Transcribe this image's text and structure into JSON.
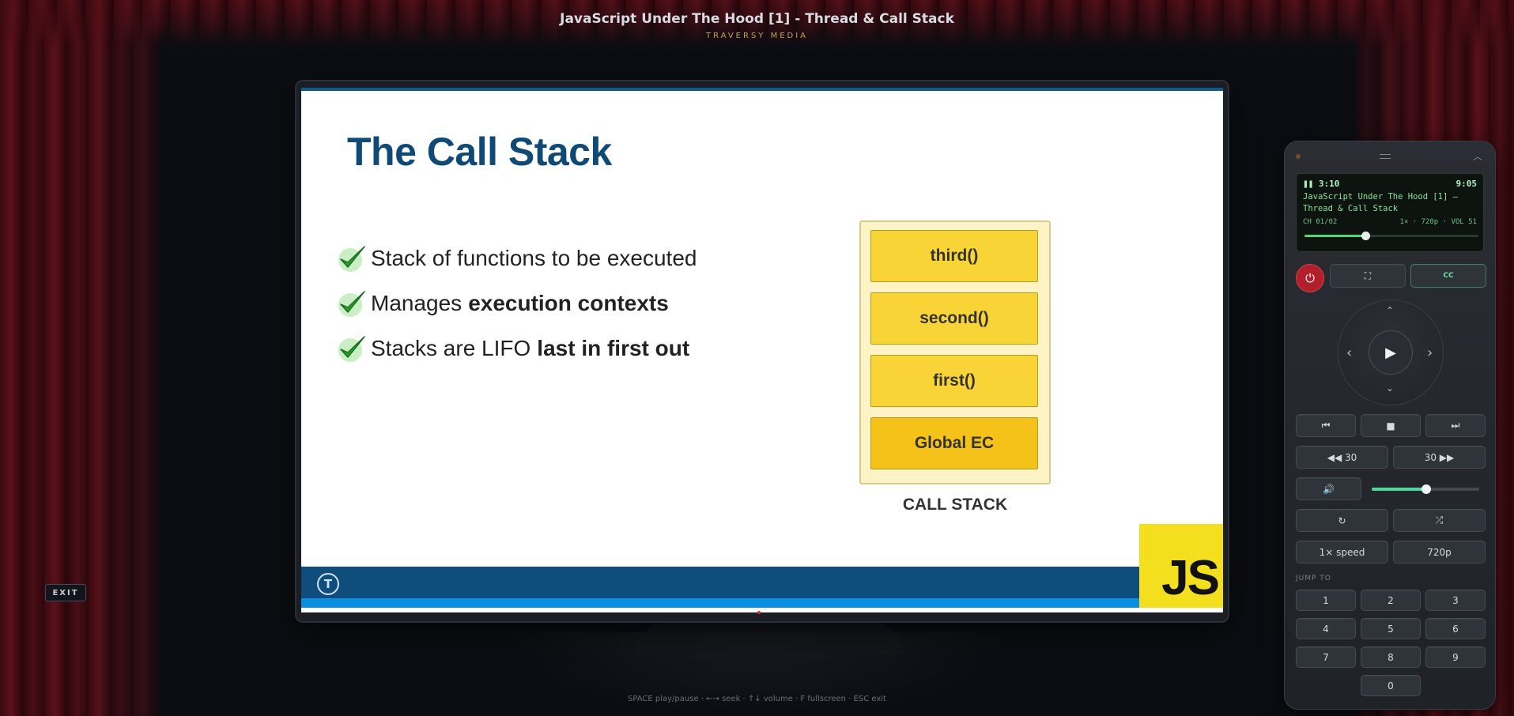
{
  "header": {
    "title": "JavaScript Under The Hood [1] - Thread & Call Stack",
    "subtitle": "TRAVERSY MEDIA"
  },
  "slide": {
    "title": "The Call Stack",
    "bullets": [
      {
        "text": "Stack of functions to be executed",
        "bold": ""
      },
      {
        "text": "Manages",
        "bold": "execution contexts"
      },
      {
        "text": "Stacks are LIFO",
        "bold": "last in first out"
      }
    ],
    "stack_frames": [
      "third()",
      "second()",
      "first()",
      "Global EC"
    ],
    "stack_label": "CALL STACK",
    "badge": "JS",
    "footer_logo": "T"
  },
  "exit_label": "EXIT",
  "hint": "SPACE play/pause · ←→ seek · ↑↓ volume · F fullscreen · ESC exit",
  "remote": {
    "lcd": {
      "elapsed": "3:10",
      "duration": "9:05",
      "title": "JavaScript Under The Hood [1] — Thread & Call Stack",
      "chapter": "CH 01/02",
      "status": "1× · 720p · VOL 51",
      "progress_fraction": 0.349
    },
    "buttons": {
      "power": "⏻",
      "fullscreen": "⛶",
      "cc": "CC",
      "up": "⌃",
      "down": "⌄",
      "left": "‹",
      "right": "›",
      "play": "▶",
      "prev": "⏮",
      "stop": "■",
      "next": "⏭",
      "rewind": "◀◀ 30",
      "forward": "30 ▶▶",
      "volume": "🔊",
      "repeat": "↻",
      "shuffle": "⤮",
      "speed": "1× speed",
      "quality": "720p"
    },
    "volume_fraction": 0.51,
    "jump_label": "JUMP TO",
    "jump_keys": [
      "1",
      "2",
      "3",
      "4",
      "5",
      "6",
      "7",
      "8",
      "9",
      "0"
    ]
  },
  "colors": {
    "accent_green": "#4fd87a",
    "power_red": "#b21f2a",
    "slide_title": "#0f4a76",
    "js_yellow": "#f4df1e"
  }
}
